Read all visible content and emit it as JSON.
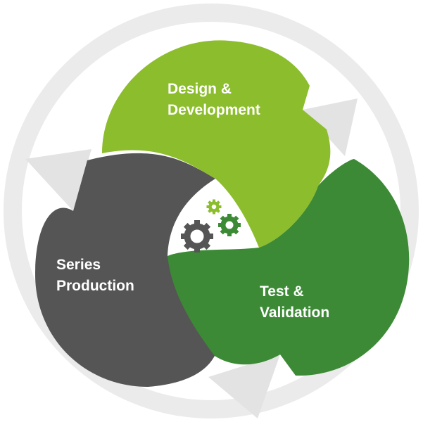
{
  "stages": [
    {
      "id": "design",
      "lines": [
        "Design &",
        "Development"
      ],
      "color": "#8CBD2C"
    },
    {
      "id": "series",
      "lines": [
        "Series",
        "Production"
      ],
      "color": "#555555"
    },
    {
      "id": "test",
      "lines": [
        "Test &",
        "Validation"
      ],
      "color": "#3C8A36"
    }
  ],
  "colors": {
    "ring": "#EBEBEB",
    "arrow": "#E3E3E3",
    "center": "#FFFFFF",
    "gear_dark": "#555555",
    "gear_green": "#3C8A36",
    "gear_light": "#8CBD2C"
  },
  "icons": [
    "gear-icon-large",
    "gear-icon-medium",
    "gear-icon-small"
  ]
}
